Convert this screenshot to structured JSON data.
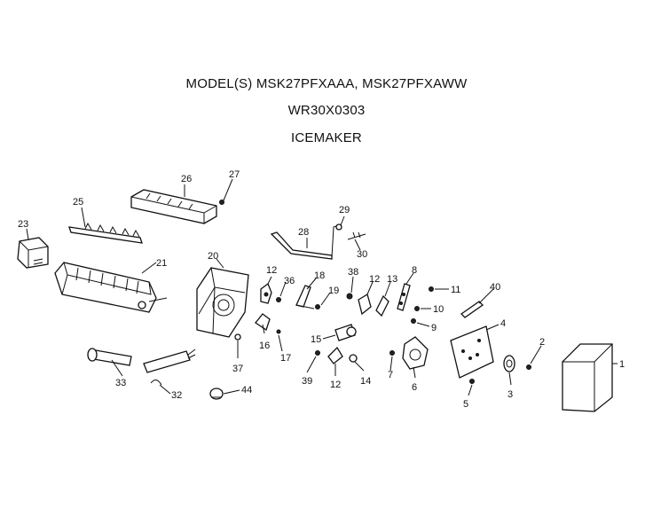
{
  "header": {
    "models": "MODEL(S) MSK27PFXAAA, MSK27PFXAWW",
    "part_number": "WR30X0303",
    "assembly": "ICEMAKER"
  },
  "parts": {
    "p1": "1",
    "p2": "2",
    "p3": "3",
    "p4": "4",
    "p5": "5",
    "p6": "6",
    "p7": "7",
    "p8": "8",
    "p9": "9",
    "p10": "10",
    "p11": "11",
    "p12a": "12",
    "p12b": "12",
    "p12c": "12",
    "p13": "13",
    "p14": "14",
    "p15": "15",
    "p16": "16",
    "p17": "17",
    "p18": "18",
    "p19": "19",
    "p20": "20",
    "p21": "21",
    "p23": "23",
    "p25": "25",
    "p26": "26",
    "p27": "27",
    "p28": "28",
    "p29": "29",
    "p30": "30",
    "p32": "32",
    "p33": "33",
    "p36": "36",
    "p37": "37",
    "p38": "38",
    "p39": "39",
    "p40": "40",
    "p44": "44"
  }
}
